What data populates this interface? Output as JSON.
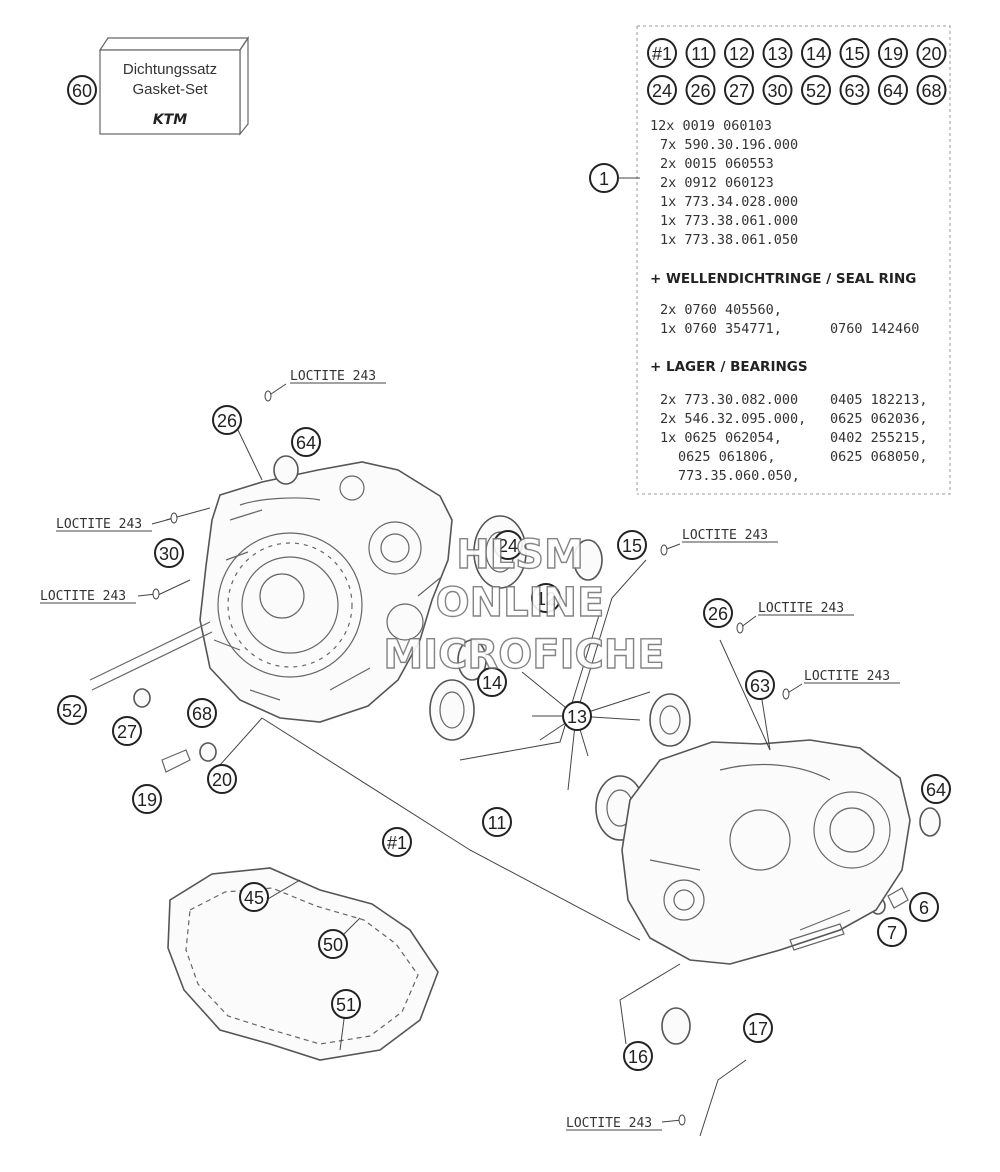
{
  "gasket_box": {
    "line1": "Dichtungssatz",
    "line2": "Gasket-Set",
    "brand": "KTM",
    "ref": "60"
  },
  "info_panel": {
    "refs_row1": [
      "#1",
      "11",
      "12",
      "13",
      "14",
      "15",
      "19",
      "20"
    ],
    "refs_row2": [
      "24",
      "26",
      "27",
      "30",
      "52",
      "63",
      "64",
      "68"
    ],
    "kit_ref": "1",
    "kit_lines": [
      "12x 0019 060103",
      "7x 590.30.196.000",
      "2x 0015 060553",
      "2x 0912 060123",
      "1x 773.34.028.000",
      "1x 773.38.061.000",
      "1x 773.38.061.050"
    ],
    "seal_heading": "+ WELLENDICHTRINGE /  SEAL RING",
    "seal_left": [
      "2x 0760 405560,",
      "1x 0760 354771,"
    ],
    "seal_right": [
      "",
      "0760 142460"
    ],
    "bearing_heading": "+ LAGER / BEARINGS",
    "bearing_left": [
      "2x 773.30.082.000",
      "2x 546.32.095.000,",
      "1x 0625 062054,",
      "0625 061806,",
      "773.35.060.050,"
    ],
    "bearing_right": [
      "0405 182213,",
      "0625 062036,",
      "0402 255215,",
      "0625 068050,",
      ""
    ]
  },
  "loctite_label": "LOCTITE 243",
  "callouts": [
    "26",
    "64",
    "30",
    "52",
    "27",
    "68",
    "20",
    "19",
    "24",
    "12",
    "14",
    "13",
    "15",
    "11",
    "#1",
    "26",
    "63",
    "64",
    "6",
    "7",
    "45",
    "50",
    "51",
    "16",
    "17"
  ],
  "watermark": [
    "HLSM",
    "ONLINE",
    "MICROFICHE"
  ],
  "colors": {
    "line": "#444444",
    "watermark_outline": "#777777",
    "panel_border": "#999999"
  }
}
